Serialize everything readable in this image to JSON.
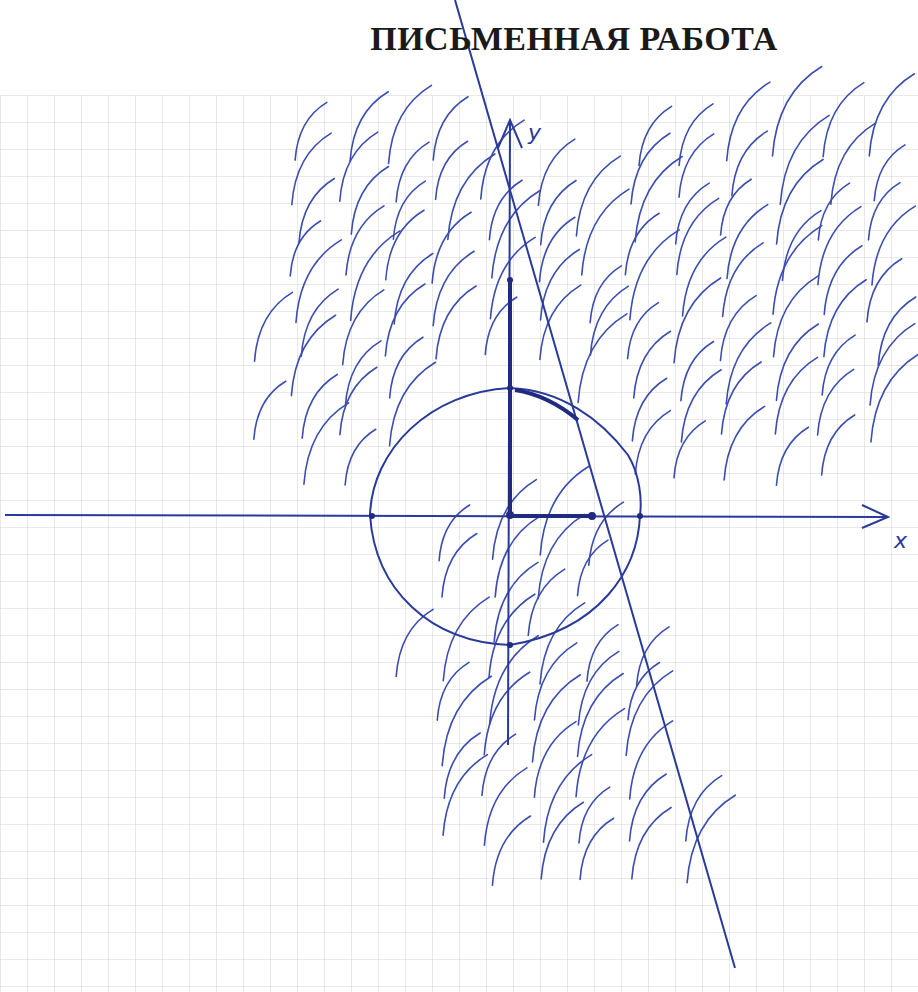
{
  "diagram": {
    "title": "ПИСЬМЕННАЯ РАБОТА",
    "labels": [
      "y",
      "x"
    ]
  }
}
